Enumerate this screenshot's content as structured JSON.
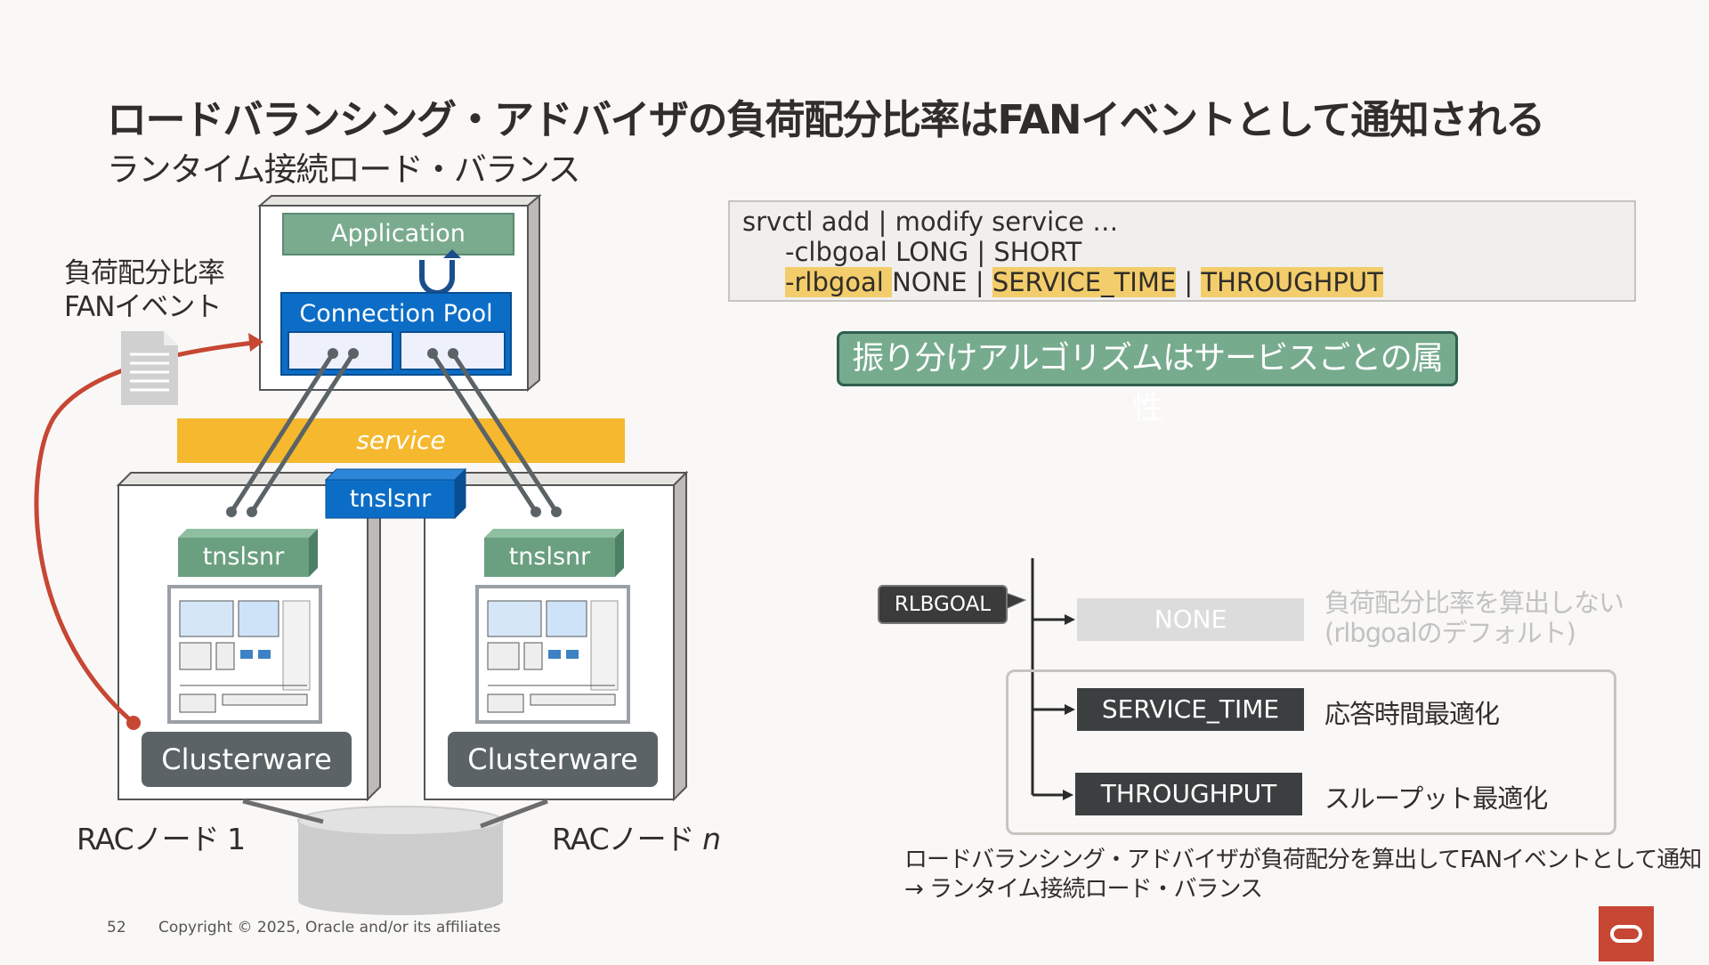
{
  "slide": {
    "title": "ロードバランシング・アドバイザの負荷配分比率はFANイベントとして通知される",
    "subtitle": "ランタイム接続ロード・バランス"
  },
  "diagram": {
    "fan_label_line1": "負荷配分比率",
    "fan_label_line2": "FANイベント",
    "application_label": "Application",
    "connection_pool_label": "Connection Pool",
    "service_label": "service",
    "scan_listener_label": "tnslsnr",
    "node1": {
      "listener": "tnslsnr",
      "clusterware": "Clusterware",
      "name": "RACノード 1"
    },
    "node2": {
      "listener": "tnslsnr",
      "clusterware": "Clusterware",
      "name_prefix": "RACノード ",
      "name_italic": "n"
    }
  },
  "command": {
    "line1": "srvctl add | modify service …",
    "line2": "-clbgoal LONG | SHORT",
    "line3_opt": "-rlbgoal ",
    "line3_none": "NONE | ",
    "line3_service_time": "SERVICE_TIME",
    "line3_sep": " | ",
    "line3_throughput": "THROUGHPUT"
  },
  "banner": "振り分けアルゴリズムはサービスごとの属性",
  "rlbgoal": {
    "tag": "RLBGOAL",
    "options": [
      {
        "label": "NONE",
        "desc_line1": "負荷配分比率を算出しない",
        "desc_line2": "(rlbgoalのデフォルト)"
      },
      {
        "label": "SERVICE_TIME",
        "desc_line1": "応答時間最適化"
      },
      {
        "label": "THROUGHPUT",
        "desc_line1": "スループット最適化"
      }
    ]
  },
  "note": {
    "line1": "ロードバランシング・アドバイザが負荷配分を算出してFANイベントとして通知",
    "line2": "→ ランタイム接続ロード・バランス"
  },
  "footer": {
    "page": "52",
    "copyright": "Copyright © 2025, Oracle and/or its affiliates"
  },
  "colors": {
    "accent_orange": "#f5b82e",
    "app_green": "#7aab8e",
    "pool_blue": "#0c6dc7",
    "arrow_red": "#c74634",
    "dark_box": "#3b3f40"
  }
}
